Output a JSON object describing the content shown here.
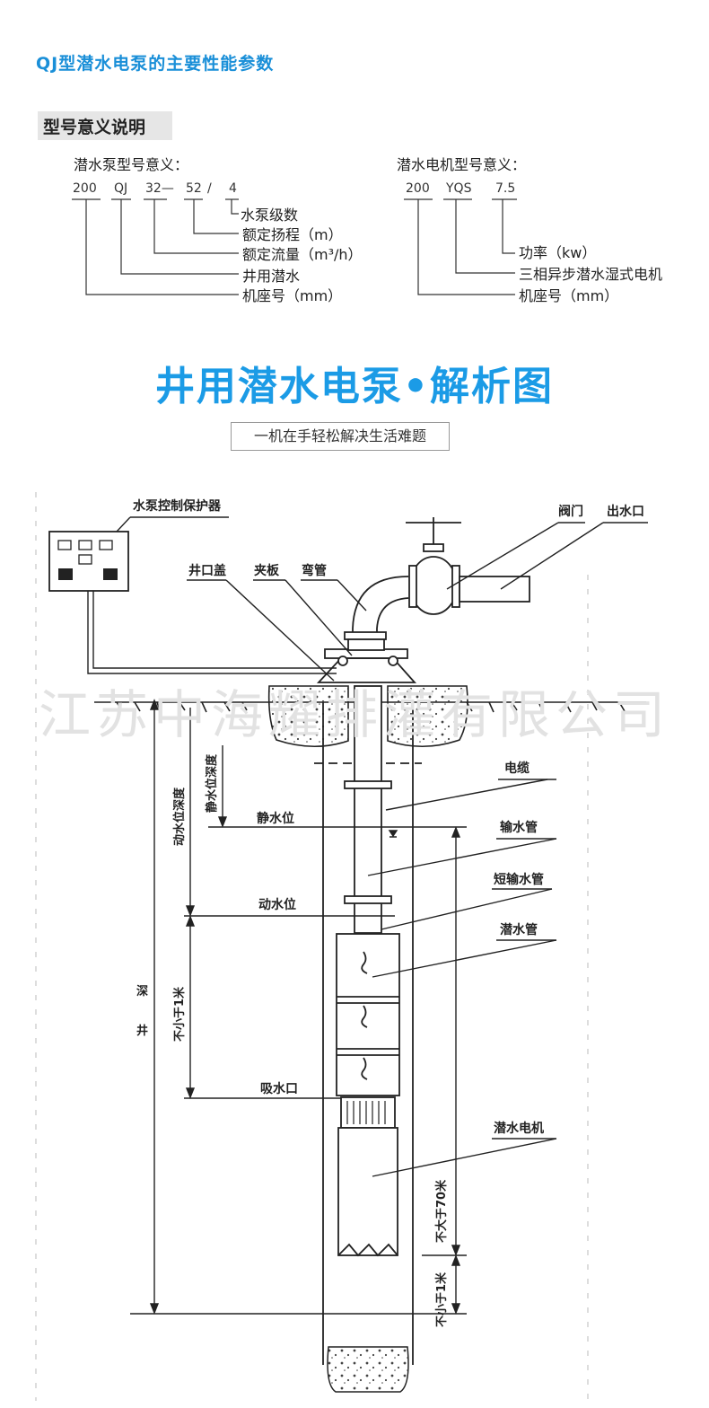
{
  "header": {
    "title": "QJ型潜水电泵的主要性能参数"
  },
  "model_section": {
    "tag": "型号意义说明",
    "pump": {
      "label": "潜水泵型号意义：",
      "tokens": [
        "200",
        "QJ",
        "32—",
        "52",
        "/",
        "4"
      ],
      "meanings": [
        "水泵级数",
        "额定扬程（m）",
        "额定流量（m³/h）",
        "井用潜水",
        "机座号（mm）"
      ]
    },
    "motor": {
      "label": "潜水电机型号意义：",
      "tokens": [
        "200",
        "YQS",
        "7.5"
      ],
      "meanings": [
        "功率（kw）",
        "三相异步潜水湿式电机",
        "机座号（mm）"
      ]
    }
  },
  "main": {
    "title": "井用潜水电泵•解析图",
    "subtitle": "一机在手轻松解决生活难题"
  },
  "diagram": {
    "watermark": "江苏中海耀排灌有限公司",
    "labels": {
      "controller": "水泵控制保护器",
      "valve": "阀门",
      "outlet": "出水口",
      "well_cover": "井口盖",
      "clamp": "夹板",
      "elbow": "弯管",
      "cable": "电缆",
      "static_level": "静水位",
      "delivery_pipe": "输水管",
      "short_pipe": "短输水管",
      "dynamic_level": "动水位",
      "submersible_pipe": "潜水管",
      "intake": "吸水口",
      "motor": "潜水电机",
      "static_depth": "静水位深度",
      "dynamic_depth": "动水位深度",
      "min_1m_a": "不小于1米",
      "max_70m": "不大于70米",
      "min_1m_b": "不小于1米",
      "well_depth_1": "井",
      "well_depth_2": "深"
    }
  }
}
